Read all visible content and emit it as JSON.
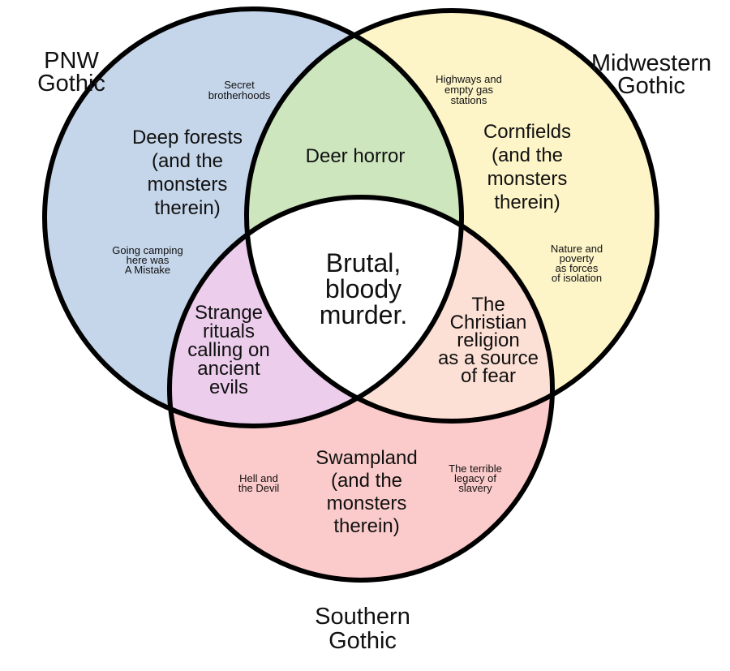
{
  "sets": {
    "pnw": {
      "label": [
        "PNW",
        "Gothic"
      ],
      "color": "#c5d5ea"
    },
    "midwest": {
      "label": [
        "Midwestern",
        "Gothic"
      ],
      "color": "#fdf4c7"
    },
    "south": {
      "label": [
        "Southern",
        "Gothic"
      ],
      "color": "#fbcaca"
    }
  },
  "regions": {
    "pnw_only": [
      "Deep forests",
      "(and the",
      "monsters",
      "therein)"
    ],
    "pnw_small_1": [
      "Secret",
      "brotherhoods"
    ],
    "pnw_small_2": [
      "Going camping",
      "here was",
      "A Mistake"
    ],
    "midwest_only": [
      "Cornfields",
      "(and the",
      "monsters",
      "therein)"
    ],
    "midwest_small_1": [
      "Highways and",
      "empty gas",
      "stations"
    ],
    "midwest_small_2": [
      "Nature and",
      "poverty",
      "as forces",
      "of isolation"
    ],
    "south_only": [
      "Swampland",
      "(and the",
      "monsters",
      "therein)"
    ],
    "south_small_1": [
      "Hell and",
      "the Devil"
    ],
    "south_small_2": [
      "The terrible",
      "legacy of",
      "slavery"
    ],
    "pnw_midwest": [
      "Deer horror"
    ],
    "pnw_south": [
      "Strange",
      "rituals",
      "calling on",
      "ancient",
      "evils"
    ],
    "midwest_south": [
      "The",
      "Christian",
      "religion",
      "as a source",
      "of fear"
    ],
    "all_three": [
      "Brutal,",
      "bloody",
      "murder."
    ]
  },
  "overlap_colors": {
    "pnw_midwest": "#cde6be",
    "pnw_south": "#eccdec",
    "midwest_south": "#fde0d5",
    "all_three": "#ffffff"
  },
  "outline_color": "#000000"
}
